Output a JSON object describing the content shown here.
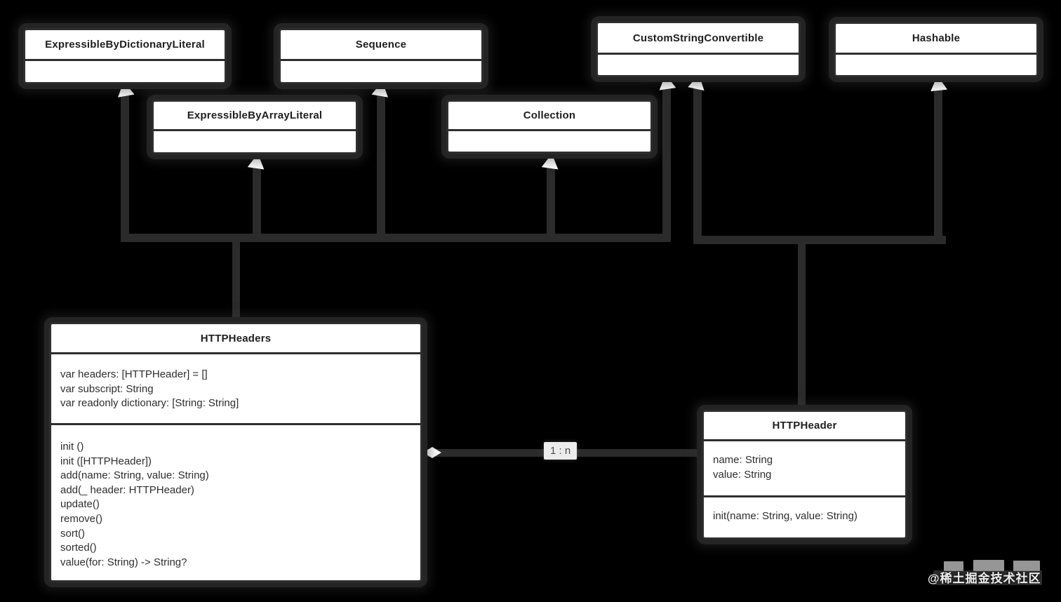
{
  "diagram": {
    "kind": "uml-class-diagram",
    "colors": {
      "background": "#000000",
      "connector": "#2b2b2b",
      "box_fill": "#ffffff",
      "box_border": "#2e2e2e",
      "text": "#2e2e2e",
      "arrowhead_fill": "#fdfdfd",
      "label_background": "#ececec"
    }
  },
  "classes": [
    {
      "id": "expressible-by-dictionary-literal",
      "title": "ExpressibleByDictionaryLiteral",
      "attributes": [],
      "methods": []
    },
    {
      "id": "sequence",
      "title": "Sequence",
      "attributes": [],
      "methods": []
    },
    {
      "id": "custom-string-convertible",
      "title": "CustomStringConvertible",
      "attributes": [],
      "methods": []
    },
    {
      "id": "hashable",
      "title": "Hashable",
      "attributes": [],
      "methods": []
    },
    {
      "id": "expressible-by-array-literal",
      "title": "ExpressibleByArrayLiteral",
      "attributes": [],
      "methods": []
    },
    {
      "id": "collection",
      "title": "Collection",
      "attributes": [],
      "methods": []
    },
    {
      "id": "httpheaders",
      "title": "HTTPHeaders",
      "attributes": [
        "var headers: [HTTPHeader] = []",
        "var subscript: String",
        "var readonly dictionary: [String: String]"
      ],
      "methods": [
        "init ()",
        "init ([HTTPHeader])",
        "add(name: String, value: String)",
        "add(_ header: HTTPHeader)",
        "update()",
        "remove()",
        "sort()",
        "sorted()",
        "value(for: String) -> String?"
      ]
    },
    {
      "id": "httpheader",
      "title": "HTTPHeader",
      "attributes": [
        "name: String",
        "value: String"
      ],
      "methods": [
        "init(name: String, value: String)"
      ]
    }
  ],
  "relationships": {
    "inheritance": [
      {
        "from": "HTTPHeaders",
        "to": "ExpressibleByDictionaryLiteral"
      },
      {
        "from": "HTTPHeaders",
        "to": "ExpressibleByArrayLiteral"
      },
      {
        "from": "HTTPHeaders",
        "to": "Sequence"
      },
      {
        "from": "HTTPHeaders",
        "to": "Collection"
      },
      {
        "from": "HTTPHeaders",
        "to": "CustomStringConvertible"
      },
      {
        "from": "HTTPHeader",
        "to": "CustomStringConvertible"
      },
      {
        "from": "HTTPHeader",
        "to": "Hashable"
      }
    ],
    "aggregation": {
      "from": "HTTPHeaders",
      "to": "HTTPHeader",
      "label": "1 : n"
    }
  },
  "watermark": {
    "text": "@稀土掘金技术社区"
  }
}
